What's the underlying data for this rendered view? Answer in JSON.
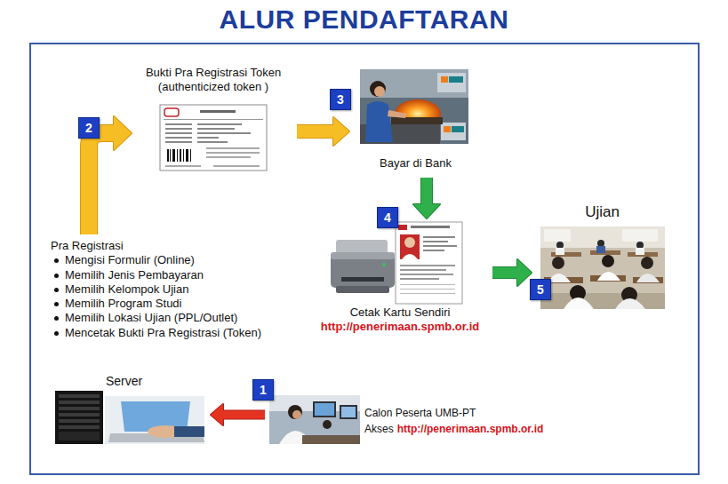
{
  "diagram": {
    "title": "ALUR PENDAFTARAN",
    "nodes": [
      {
        "text": [
          "Calon Peserta UMB-PT",
          "Akses",
          "http://penerimaan.spmb.or.id"
        ]
      },
      {
        "text": [
          "Server"
        ]
      },
      {
        "text": [
          "Pra Registrasi",
          "Mengisi Formulir (Online)",
          "Memilih Jenis Pembayaran",
          "Memilih Kelompok Ujian",
          "Memilih Program Studi",
          "Memilih Lokasi Ujian (PPL/Outlet)",
          "Mencetak Bukti Pra Registrasi (Token)"
        ]
      },
      {
        "text": [
          "Bukti Pra Registrasi Token (authenticized token )"
        ]
      },
      {
        "text": [
          "Bayar di Bank"
        ]
      },
      {
        "text": [
          "Cetak Kartu Sendiri",
          "http://penerimaan.spmb.or.id"
        ]
      },
      {
        "text": [
          "Ujian"
        ]
      }
    ],
    "edges": [
      {
        "from": 0,
        "to": 1,
        "arrow": "to"
      },
      {
        "from": 2,
        "to": 3,
        "arrow": "to"
      },
      {
        "from": 3,
        "to": 4,
        "arrow": "to"
      },
      {
        "from": 4,
        "to": 5,
        "arrow": "to"
      },
      {
        "from": 5,
        "to": 6,
        "arrow": "to"
      }
    ],
    "labels": [
      "1",
      "2",
      "3",
      "4",
      "5"
    ]
  }
}
